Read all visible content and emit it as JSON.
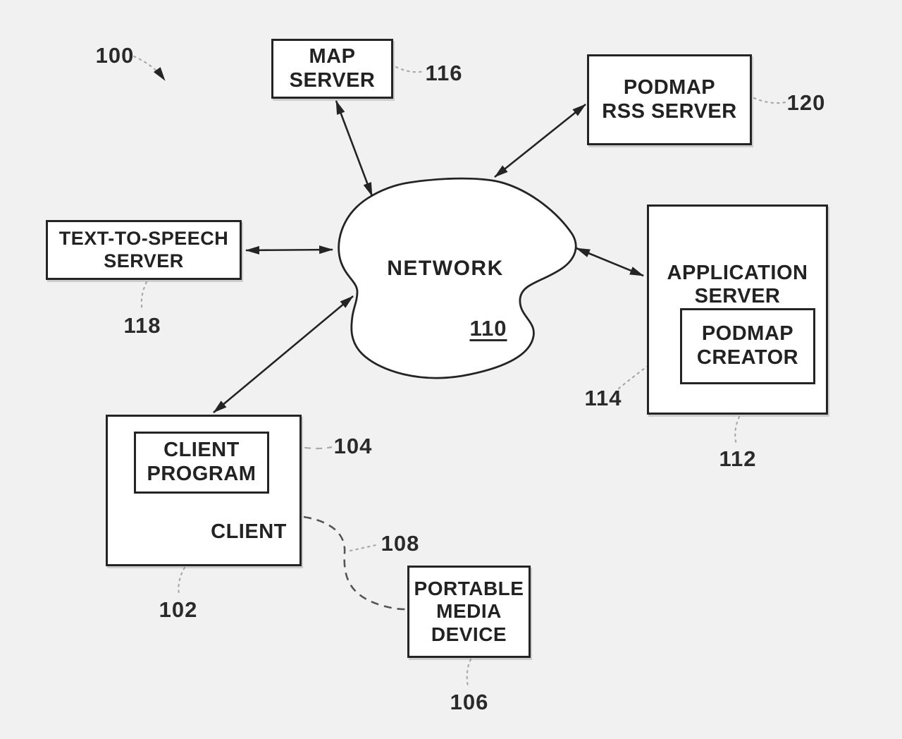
{
  "figure": {
    "ref": "100",
    "colors": {
      "background": "#f1f1f1",
      "ink": "#242424",
      "leader": "#a9a9a9",
      "dashed_link": "#555555",
      "box_fill": "#ffffff"
    }
  },
  "nodes": {
    "map_server": {
      "label": "MAP\nSERVER",
      "ref": "116"
    },
    "podmap_rss_server": {
      "label": "PODMAP\nRSS SERVER",
      "ref": "120"
    },
    "text_to_speech_server": {
      "label": "TEXT-TO-SPEECH\nSERVER",
      "ref": "118"
    },
    "network": {
      "label": "NETWORK",
      "ref": "110"
    },
    "application_server": {
      "label": "APPLICATION\nSERVER",
      "ref": "112"
    },
    "podmap_creator": {
      "label": "PODMAP\nCREATOR",
      "ref": "114"
    },
    "client": {
      "label": "CLIENT",
      "ref": "102"
    },
    "client_program": {
      "label": "CLIENT\nPROGRAM",
      "ref": "104"
    },
    "portable_media_device": {
      "label": "PORTABLE\nMEDIA\nDEVICE",
      "ref": "106"
    },
    "client_device_link": {
      "ref": "108"
    }
  }
}
